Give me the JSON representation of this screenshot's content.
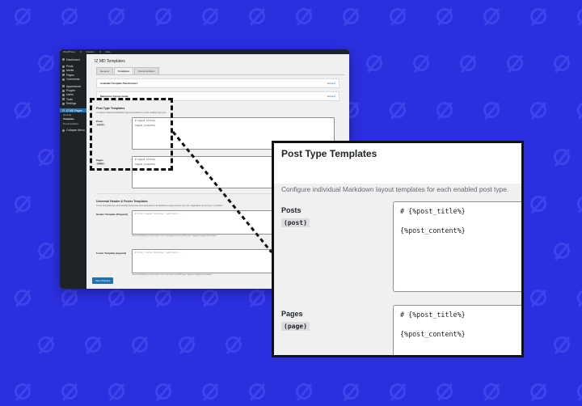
{
  "wp_admin": {
    "adminbar": [
      "WordPress",
      "0",
      "Custom",
      "0",
      "New"
    ],
    "sidebar": {
      "items": [
        {
          "label": "Dashboard"
        },
        {
          "label": "Posts"
        },
        {
          "label": "Media"
        },
        {
          "label": "Pages"
        },
        {
          "label": "Comments"
        },
        {
          "label": "Appearance"
        },
        {
          "label": "Plugins"
        },
        {
          "label": "Users"
        },
        {
          "label": "Tools"
        },
        {
          "label": "Settings"
        },
        {
          "label": "IZ MD Pages"
        }
      ],
      "subitems": [
        {
          "label": "General"
        },
        {
          "label": "Templates"
        },
        {
          "label": "Documentation"
        }
      ],
      "collapse": "Collapse Menu"
    },
    "page_title": "IZ MD Templates",
    "tabs": [
      {
        "label": "General"
      },
      {
        "label": "Templates"
      },
      {
        "label": "Documentation"
      }
    ],
    "panels": [
      {
        "label": "Available Template Placeholders",
        "action": "Expand"
      },
      {
        "label": "Markdown Syntax Guide",
        "action": "Expand"
      }
    ],
    "post_type_section": {
      "title": "Post Type Templates",
      "desc": "Configure individual Markdown layout templates for each enabled post type."
    },
    "rows": [
      {
        "label": "Posts",
        "code": "(post)",
        "line1": "# {%post_title%}",
        "line2": "{%post_content%}"
      },
      {
        "label": "Pages",
        "code": "(page)",
        "line1": "# {%post_title%}",
        "line2": "{%post_content%}"
      }
    ],
    "universal_section": {
      "title": "Universal Header & Footer Templates",
      "desc": "These templates are automatically prepended and appended to all Markdown pages across your site, regardless of post type, if enabled."
    },
    "header_row": {
      "label": "Header Template (Prepend)",
      "placeholder": "# Enter header markdown (optional)...",
      "help": "Universal Markdown markup output at the very beginning of every MD page. Supports template placeholders."
    },
    "footer_row": {
      "label": "Footer Template (Append)",
      "placeholder": "# Enter footer markdown (optional)...",
      "help": "Universal Markdown markup output at the very end of every MD page. Supports template placeholders."
    },
    "save_button": "Save Changes"
  },
  "zoom": {
    "title": "Post Type Templates",
    "desc": "Configure individual Markdown layout templates for each enabled post type.",
    "rows": [
      {
        "label": "Posts",
        "code": "(post)",
        "line1": "# {%post_title%}",
        "line2": "{%post_content%}"
      },
      {
        "label": "Pages",
        "code": "(page)",
        "line1": "# {%post_title%}",
        "line2": "{%post_content%}"
      }
    ]
  },
  "colors": {
    "background": "#2b2fe0",
    "pattern": "#3f43ec",
    "accent": "#2271b1",
    "sidebar": "#1d2327"
  }
}
